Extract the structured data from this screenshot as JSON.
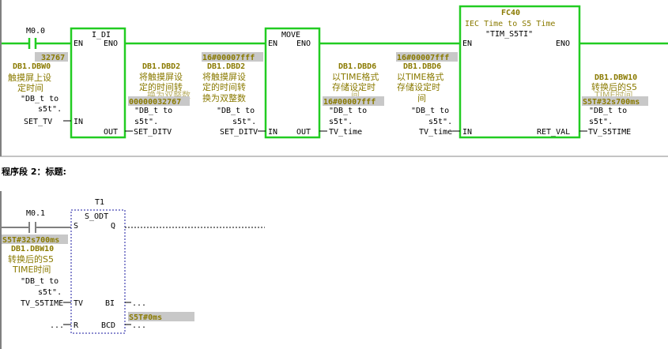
{
  "network1": {
    "contact_m00": "M0.0",
    "idi_block": {
      "name": "I_DI",
      "en": "EN",
      "eno": "ENO",
      "in": "IN",
      "out": "OUT"
    },
    "in_value": "32767",
    "in_addr": "DB1.DBW0",
    "in_comment_1": "触摸屏上设",
    "in_comment_2": "定时间",
    "in_sym_1": "\"DB_t to",
    "in_sym_2": "s5t\".",
    "in_sym_3": "SET_TV",
    "out_addr": "DB1.DBD2",
    "out_comment_1": "将触摸屏设",
    "out_comment_2": "定的时间转",
    "out_comment_3": "换为双整数",
    "out_value": "00000032767",
    "out_sym_1": "\"DB_t to",
    "out_sym_2": "s5t\".",
    "out_sym_3": "SET_DITV",
    "move_block": {
      "name": "MOVE",
      "en": "EN",
      "eno": "ENO",
      "in": "IN",
      "out": "OUT"
    },
    "move_in_value": "16#00007fff",
    "move_in_addr": "DB1.DBD2",
    "move_in_comment_1": "将触摸屏设",
    "move_in_comment_2": "定的时间转",
    "move_in_comment_3": "换为双整数",
    "move_in_sym_1": "\"DB_t to",
    "move_in_sym_2": "s5t\".",
    "move_in_sym_3": "SET_DITV",
    "move_out_addr": "DB1.DBD6",
    "move_out_comment_1": "以TIME格式",
    "move_out_comment_2": "存储设定时",
    "move_out_comment_3": "间",
    "move_out_value": "16#00007fff",
    "move_out_sym_1": "\"DB_t to",
    "move_out_sym_2": "s5t\".",
    "move_out_sym_3": "TV_time",
    "fc_block": {
      "number": "FC40",
      "title": "IEC Time to S5 Time",
      "symbol": "\"TIM_S5TI\"",
      "en": "EN",
      "eno": "ENO",
      "in": "IN",
      "ret": "RET_VAL"
    },
    "fc_in_value": "16#00007fff",
    "fc_in_addr": "DB1.DBD6",
    "fc_in_comment_1": "以TIME格式",
    "fc_in_comment_2": "存储设定时",
    "fc_in_comment_3": "间",
    "fc_in_sym_1": "\"DB_t to",
    "fc_in_sym_2": "s5t\".",
    "fc_in_sym_3": "TV_time",
    "fc_out_addr": "DB1.DBW10",
    "fc_out_comment_1": "转换后的S5",
    "fc_out_comment_2": "TIME时间",
    "fc_out_value": "S5T#32s700ms",
    "fc_out_sym_1": "\"DB_t to",
    "fc_out_sym_2": "s5t\".",
    "fc_out_sym_3": "TV_S5TIME"
  },
  "network2": {
    "header": "程序段 2：标题:",
    "contact_m01": "M0.1",
    "timer_name": "T1",
    "timer_block": {
      "name": "S_ODT",
      "s": "S",
      "q": "Q",
      "tv": "TV",
      "bi": "BI",
      "r": "R",
      "bcd": "BCD"
    },
    "tv_value": "S5T#32s700ms",
    "tv_addr": "DB1.DBW10",
    "tv_comment_1": "转换后的S5",
    "tv_comment_2": "TIME时间",
    "tv_sym_1": "\"DB_t to",
    "tv_sym_2": "s5t\".",
    "tv_sym_3": "TV_S5TIME",
    "bi_out": "...",
    "r_in": "...",
    "bcd_out": "...",
    "bcd_value": "S5T#0ms"
  }
}
